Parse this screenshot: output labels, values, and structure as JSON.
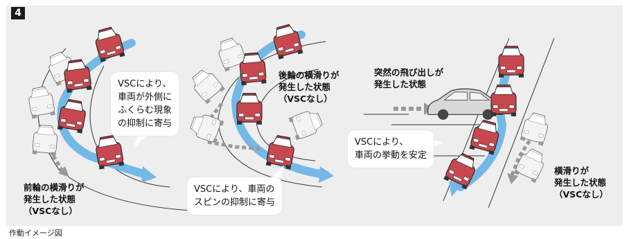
{
  "figure": {
    "number": "4",
    "caption": "作動イメージ図"
  },
  "scene1": {
    "vsc_bubble": "VSCにより、\n車両が外側に\nふくらむ現象\nの抑制に寄与",
    "without_vsc_label": "前輪の横滑りが\n発生した状態\n（VSCなし）"
  },
  "scene2": {
    "without_vsc_label": "後輪の横滑りが\n発生した状態\n（VSCなし）",
    "vsc_bubble": "VSCにより、車両の\nスピンの抑制に寄与"
  },
  "scene3": {
    "obstacle_label": "突然の飛び出しが\n発生した状態",
    "vsc_bubble": "VSCにより、\n車両の挙動を安定",
    "without_vsc_label": "横滑りが\n発生した状態\n（VSCなし）"
  },
  "colors": {
    "car_red": "#c8484f",
    "arrow_blue": "#74b9e6",
    "ghost_car": "#f4f4f4",
    "panel_bg": "#eeeeee"
  }
}
